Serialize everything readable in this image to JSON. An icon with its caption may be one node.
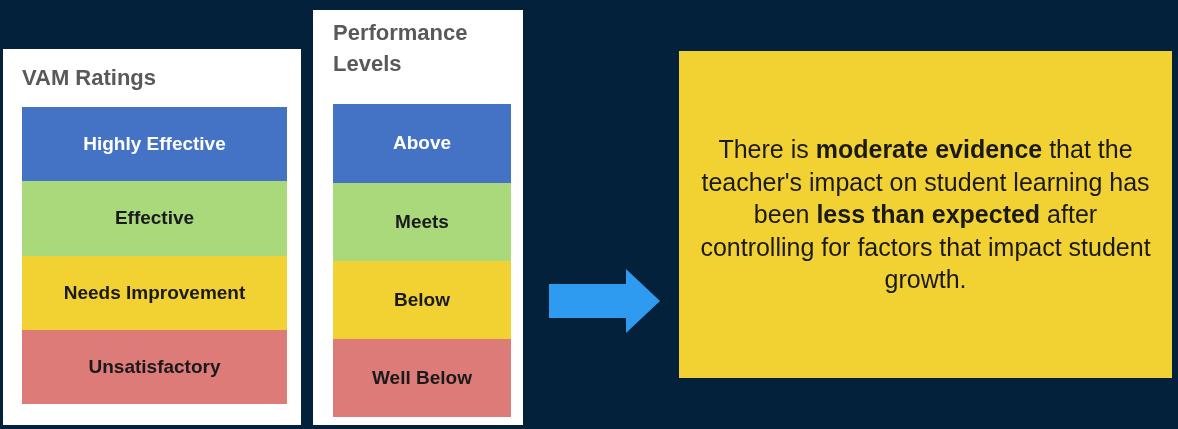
{
  "diagram": {
    "nodes": [
      {
        "text": [
          "VAM Ratings"
        ]
      },
      {
        "text": [
          "Highly Effective"
        ],
        "in": 0
      },
      {
        "text": [
          "Effective"
        ],
        "in": 0
      },
      {
        "text": [
          "Needs Improvement"
        ],
        "in": 0
      },
      {
        "text": [
          "Unsatisfactory"
        ],
        "in": 0
      },
      {
        "text": [
          "Performance Levels"
        ]
      },
      {
        "text": [
          "Above"
        ],
        "in": 5
      },
      {
        "text": [
          "Meets"
        ],
        "in": 5
      },
      {
        "text": [
          "Below"
        ],
        "in": 5
      },
      {
        "text": [
          "Well Below"
        ],
        "in": 5
      },
      {
        "text": [
          "There is **moderate evidence** that the teacher's impact on student learning has been **less than expected** after controlling for factors that impact student growth."
        ]
      }
    ],
    "edges": [
      {
        "from": 5,
        "to": 10,
        "arrow": "to",
        "style": "thick",
        "color": "#2e9bf0"
      }
    ]
  }
}
